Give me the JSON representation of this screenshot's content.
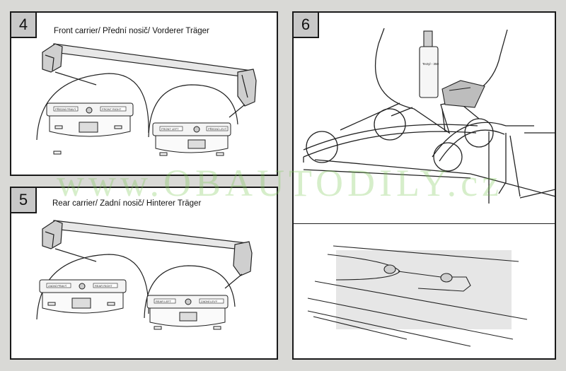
{
  "panels": [
    {
      "number": "4",
      "caption": "Front carrier/ Přední nosič/ Vorderer Träger",
      "left_tags": [
        "PŘEDNÍ PRAVÝ",
        "FRONT RIGHT"
      ],
      "right_tags": [
        "FRONT LEFT",
        "PŘEDNÍ LEVÝ"
      ]
    },
    {
      "number": "5",
      "caption": "Rear carrier/ Zadní nosič/ Hinterer Träger",
      "left_tags": [
        "ZADNÍ PRAVÝ",
        "REAR RIGHT"
      ],
      "right_tags": [
        "REAR LEFT",
        "ZADNÍ LEVÝ"
      ]
    },
    {
      "number": "6",
      "bottle_label": "Tectyl - 350",
      "caption": ""
    }
  ],
  "watermark": "www.OBAUTODILY.cz"
}
